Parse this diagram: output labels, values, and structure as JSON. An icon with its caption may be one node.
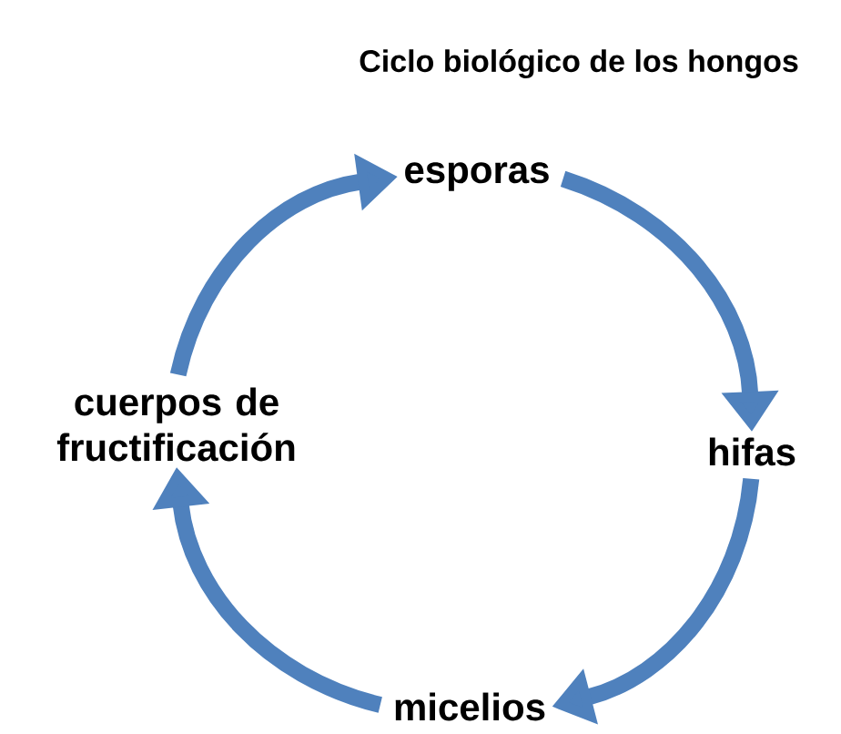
{
  "diagram": {
    "title": "Ciclo biológico de los hongos",
    "nodes": [
      {
        "text": [
          "esporas"
        ]
      },
      {
        "text": [
          "hifas"
        ]
      },
      {
        "text": [
          "micelios"
        ]
      },
      {
        "text": [
          "cuerpos de fructificación"
        ]
      }
    ],
    "edges": [
      {
        "from": 0,
        "to": 1,
        "arrow": "to"
      },
      {
        "from": 1,
        "to": 2,
        "arrow": "to"
      },
      {
        "from": 2,
        "to": 3,
        "arrow": "to"
      },
      {
        "from": 3,
        "to": 0,
        "arrow": "to"
      }
    ]
  }
}
